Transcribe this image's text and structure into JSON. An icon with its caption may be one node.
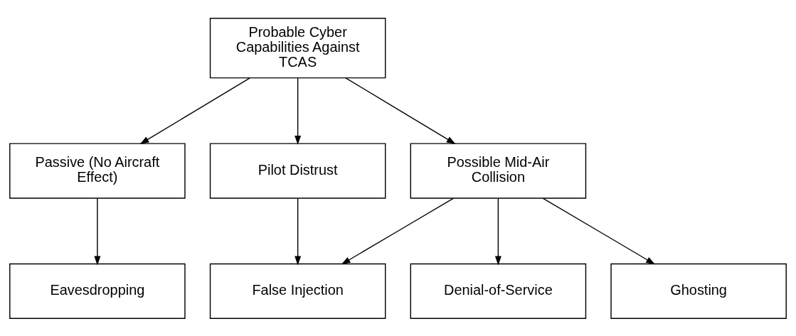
{
  "diagram": {
    "nodes": [
      {
        "text": [
          "Probable Cyber Capabilities Against TCAS"
        ]
      },
      {
        "text": [
          "Passive (No Aircraft Effect)"
        ]
      },
      {
        "text": [
          "Pilot Distrust"
        ]
      },
      {
        "text": [
          "Possible Mid-Air Collision"
        ]
      },
      {
        "text": [
          "Eavesdropping"
        ]
      },
      {
        "text": [
          "False Injection"
        ]
      },
      {
        "text": [
          "Denial-of-Service"
        ]
      },
      {
        "text": [
          "Ghosting"
        ]
      }
    ],
    "edges": [
      {
        "from": 0,
        "to": 1,
        "arrow": "to"
      },
      {
        "from": 0,
        "to": 2,
        "arrow": "to"
      },
      {
        "from": 0,
        "to": 3,
        "arrow": "to"
      },
      {
        "from": 1,
        "to": 4,
        "arrow": "to"
      },
      {
        "from": 2,
        "to": 5,
        "arrow": "to"
      },
      {
        "from": 3,
        "to": 5,
        "arrow": "to"
      },
      {
        "from": 3,
        "to": 6,
        "arrow": "to"
      },
      {
        "from": 3,
        "to": 7,
        "arrow": "to"
      }
    ]
  }
}
